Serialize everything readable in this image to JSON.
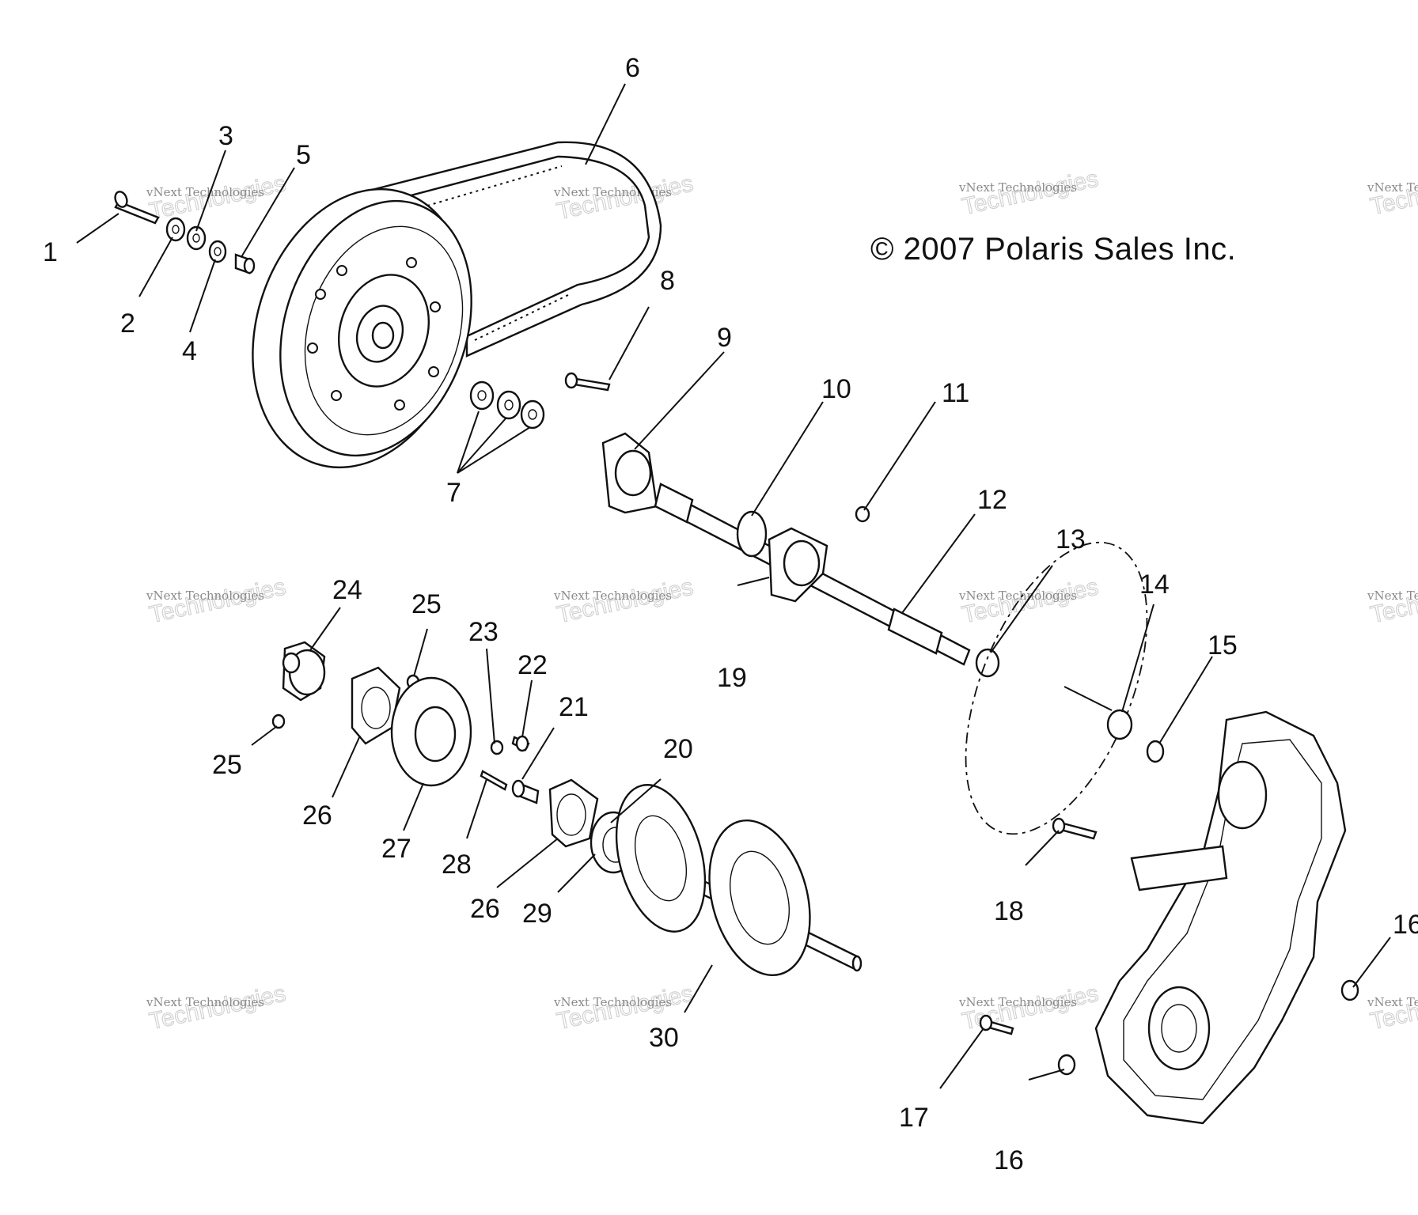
{
  "copyright": "© 2007 Polaris Sales Inc.",
  "watermark": {
    "line1": "vNext Technologies",
    "line2": "vNext",
    "line3": "Technologies"
  },
  "callouts": [
    {
      "id": "1",
      "label": "1"
    },
    {
      "id": "2",
      "label": "2"
    },
    {
      "id": "3",
      "label": "3"
    },
    {
      "id": "4",
      "label": "4"
    },
    {
      "id": "5",
      "label": "5"
    },
    {
      "id": "6",
      "label": "6"
    },
    {
      "id": "7",
      "label": "7"
    },
    {
      "id": "8",
      "label": "8"
    },
    {
      "id": "9",
      "label": "9"
    },
    {
      "id": "10",
      "label": "10"
    },
    {
      "id": "11",
      "label": "11"
    },
    {
      "id": "12",
      "label": "12"
    },
    {
      "id": "13",
      "label": "13"
    },
    {
      "id": "14",
      "label": "14"
    },
    {
      "id": "15",
      "label": "15"
    },
    {
      "id": "16a",
      "label": "16"
    },
    {
      "id": "16b",
      "label": "16"
    },
    {
      "id": "17",
      "label": "17"
    },
    {
      "id": "18",
      "label": "18"
    },
    {
      "id": "19",
      "label": "19"
    },
    {
      "id": "20",
      "label": "20"
    },
    {
      "id": "21",
      "label": "21"
    },
    {
      "id": "22",
      "label": "22"
    },
    {
      "id": "23",
      "label": "23"
    },
    {
      "id": "24",
      "label": "24"
    },
    {
      "id": "25a",
      "label": "25"
    },
    {
      "id": "25b",
      "label": "25"
    },
    {
      "id": "26a",
      "label": "26"
    },
    {
      "id": "26b",
      "label": "26"
    },
    {
      "id": "27",
      "label": "27"
    },
    {
      "id": "28",
      "label": "28"
    },
    {
      "id": "29",
      "label": "29"
    },
    {
      "id": "30",
      "label": "30"
    }
  ]
}
